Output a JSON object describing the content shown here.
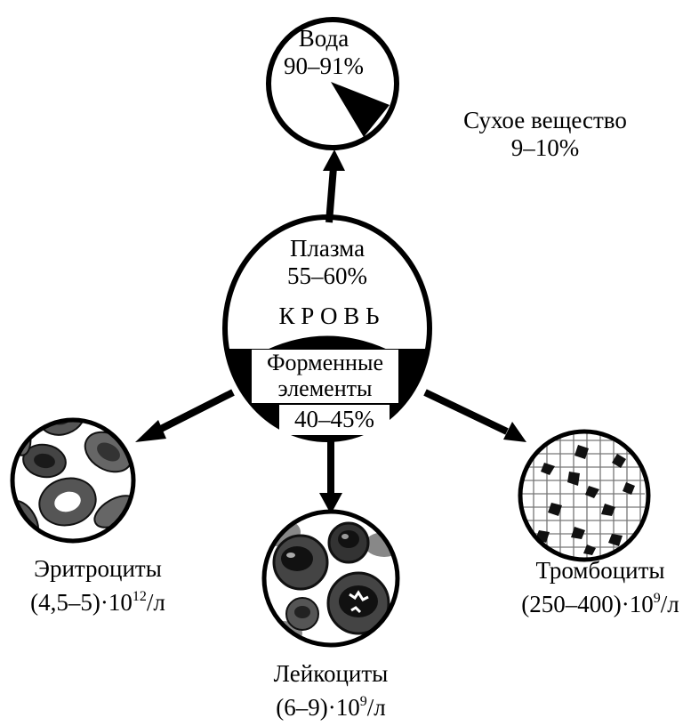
{
  "water": {
    "label": "Вода",
    "value": "90–91%"
  },
  "dry_matter": {
    "label": "Сухое вещество",
    "value": "9–10%"
  },
  "plasma": {
    "label": "Плазма",
    "value": "55–60%"
  },
  "blood": {
    "label": "К Р О В Ь"
  },
  "formed_elements": {
    "label_line1": "Форменные",
    "label_line2": "элементы",
    "value": "40–45%"
  },
  "erythrocytes": {
    "label": "Эритроциты",
    "value_base": "(4,5–5)·10",
    "value_exp": "12",
    "value_unit": "/л"
  },
  "leukocytes": {
    "label": "Лейкоциты",
    "value_base": "(6–9)·10",
    "value_exp": "9",
    "value_unit": "/л"
  },
  "thrombocytes": {
    "label": "Тромбоциты",
    "value_base": "(250–400)·10",
    "value_exp": "9",
    "value_unit": "/л"
  }
}
